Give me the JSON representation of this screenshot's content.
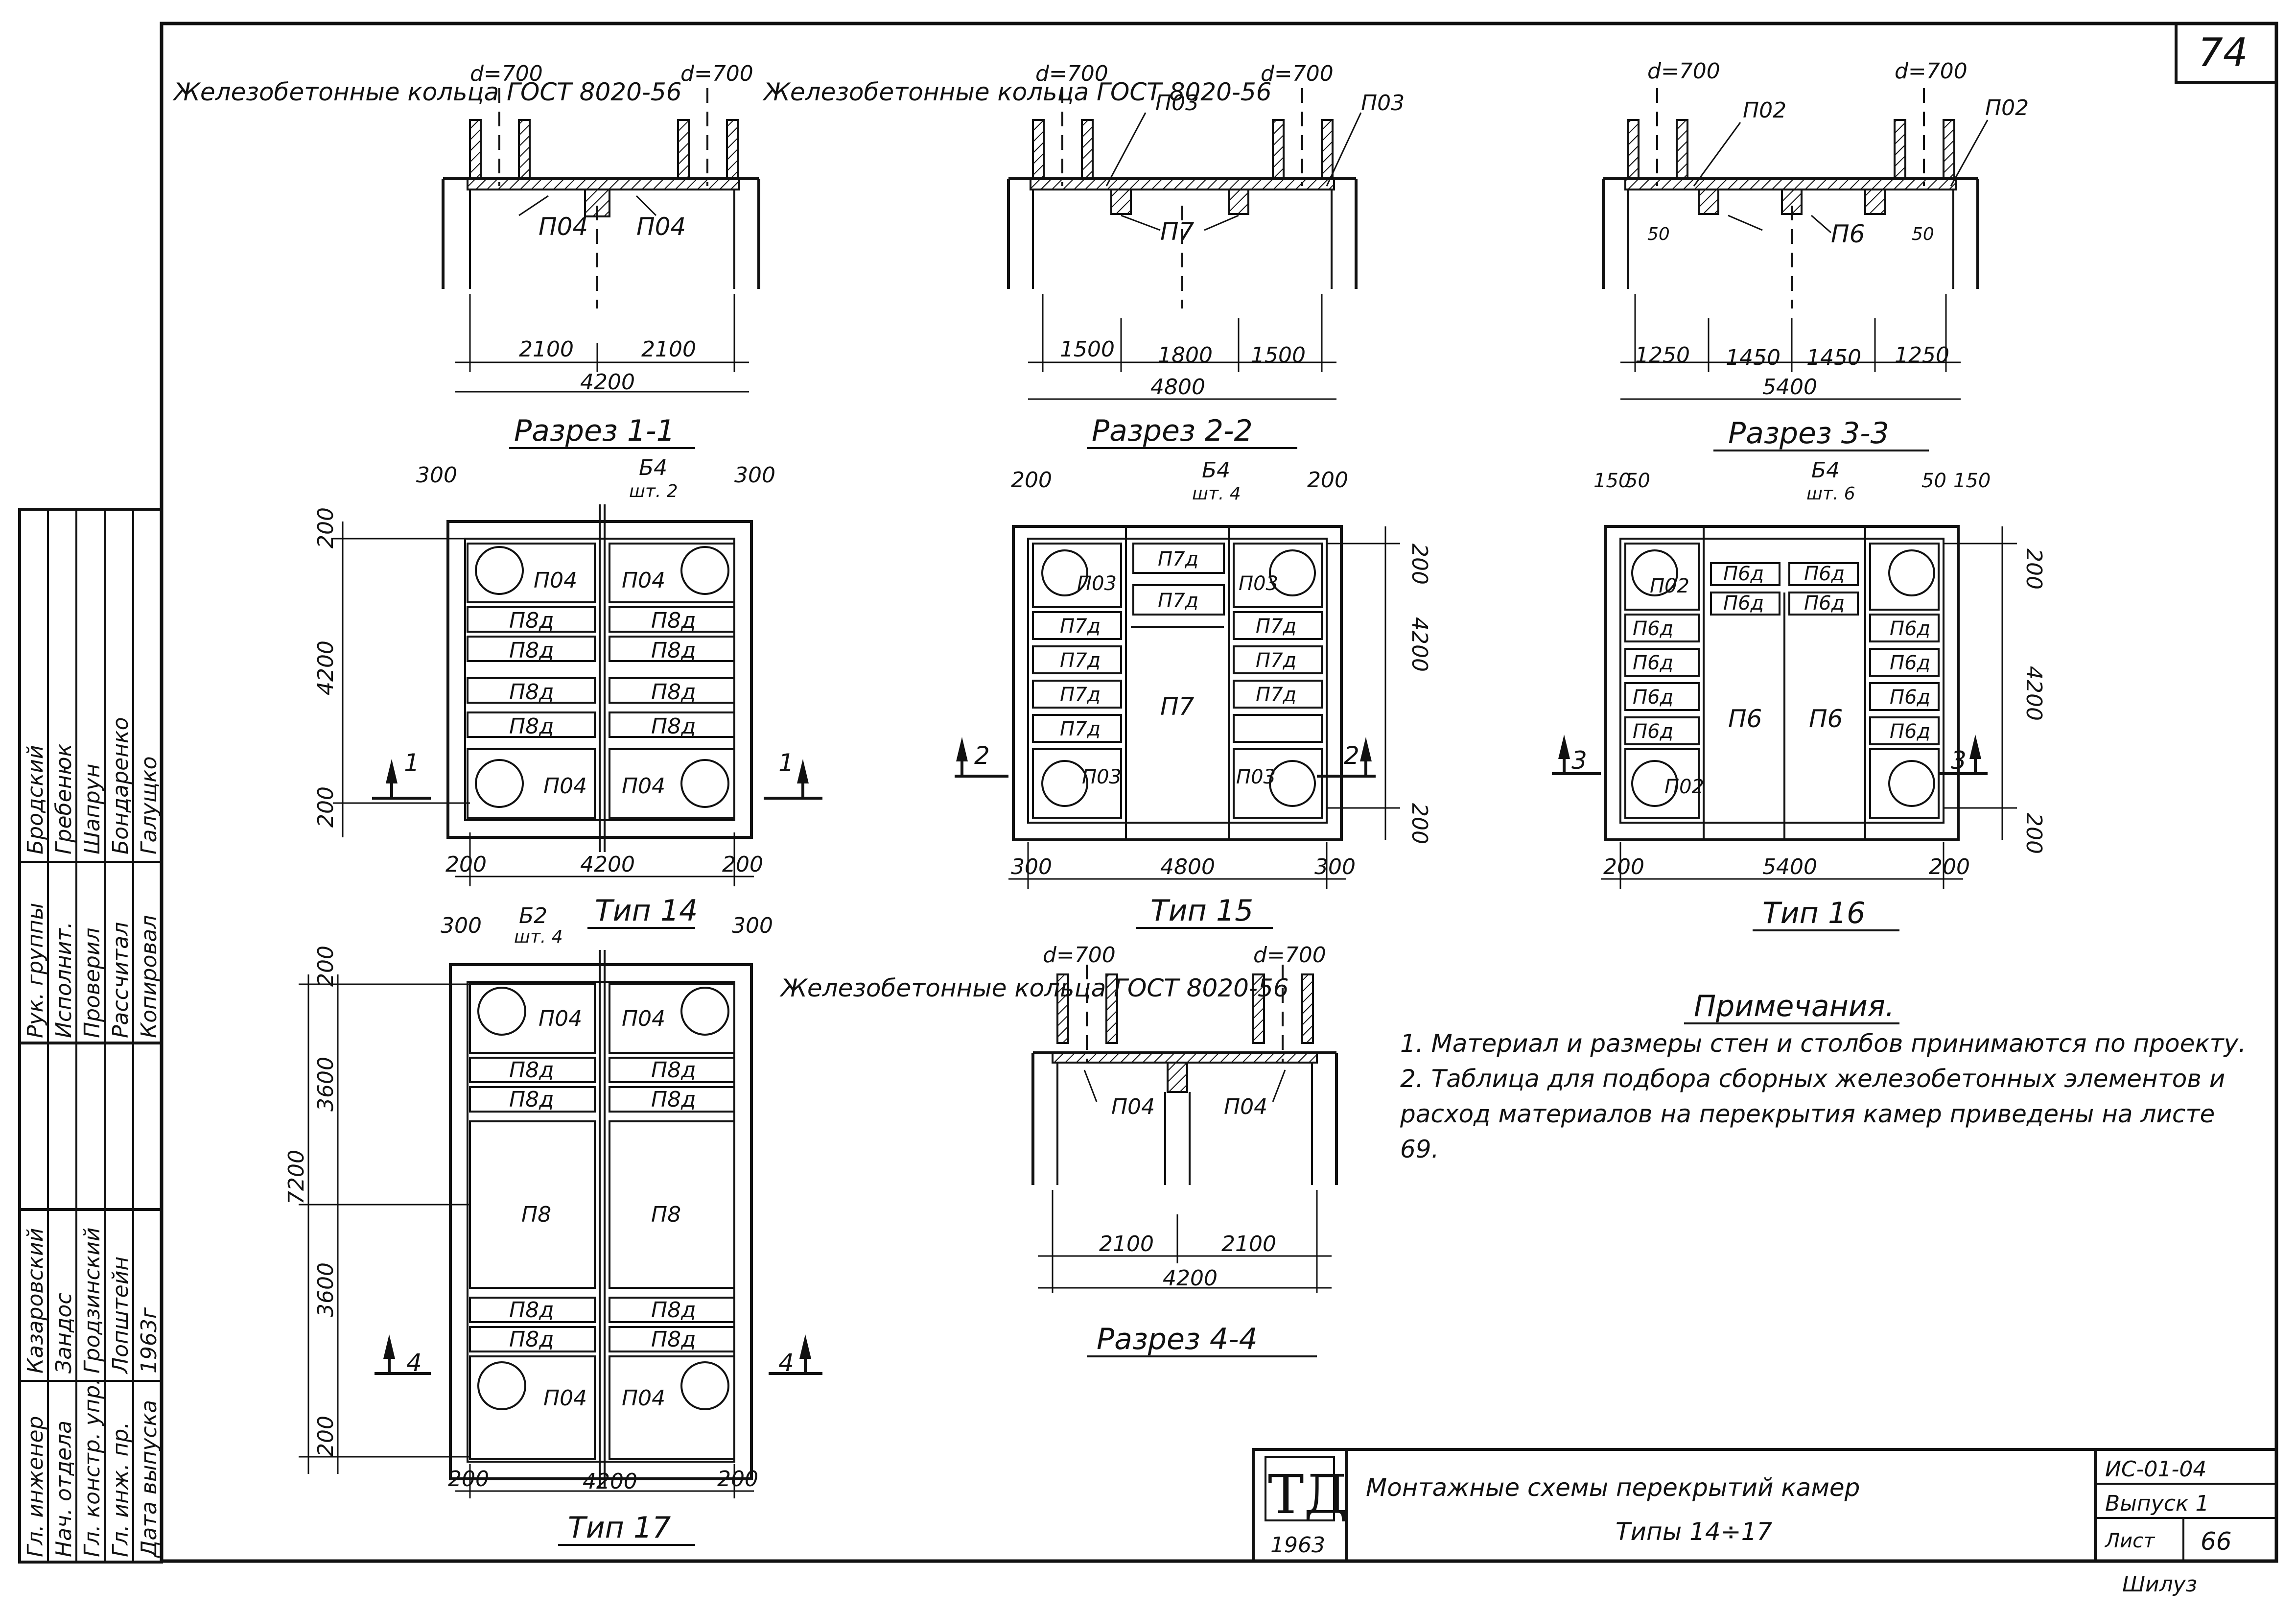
{
  "sheet_number": "74",
  "stamp": {
    "logo": "ТД",
    "year": "1963",
    "title_line1": "Монтажные схемы перекрытий камер",
    "title_line2": "Типы 14÷17",
    "series": "ИС-01-04",
    "issue": "Выпуск 1",
    "sheet_label": "Лист",
    "sheet_value": "66",
    "signature_bottom": "Шилуз"
  },
  "side_table": {
    "rows": [
      {
        "role": "Рук. группы",
        "name": "Бродский"
      },
      {
        "role": "Исполнит.",
        "name": "Гребенюк"
      },
      {
        "role": "Проверил",
        "name": "Шапрун"
      },
      {
        "role": "Рассчитал",
        "name": "Бондаренко"
      },
      {
        "role": "Копировал",
        "name": "Галущко"
      },
      {
        "role": "Гл. инженер",
        "name": "Казаровский"
      },
      {
        "role": "Нач. отдела",
        "name": "Зандос"
      },
      {
        "role": "Гл. констр. упр.",
        "name": "Гродзинский"
      },
      {
        "role": "Гл. инж. пр.",
        "name": "Лопштейн"
      },
      {
        "role": "Дата выпуска",
        "name": "1963г"
      }
    ]
  },
  "labels": {
    "rings": "Железобетонные кольца ГОСТ 8020-56",
    "d700": "d=700"
  },
  "section_1": {
    "title": "Разрез 1-1",
    "p": [
      "П04",
      "П04"
    ],
    "dims": [
      "2100",
      "2100",
      "4200"
    ]
  },
  "section_2": {
    "title": "Разрез 2-2",
    "p": [
      "П03",
      "П03",
      "П7"
    ],
    "dims": [
      "1500",
      "1800",
      "1500",
      "4800"
    ]
  },
  "section_3": {
    "title": "Разрез 3-3",
    "p": [
      "П02",
      "П02",
      "П6"
    ],
    "dims": [
      "1250",
      "1450",
      "1450",
      "1250",
      "5400",
      "50",
      "50"
    ]
  },
  "section_4": {
    "title": "Разрез 4-4",
    "p": [
      "П04",
      "П04"
    ],
    "dims": [
      "2100",
      "2100",
      "4200"
    ]
  },
  "type_14": {
    "title": "Тип 14",
    "beam": "Б4",
    "beam_qty": "шт. 2",
    "dims_top": [
      "300",
      "300"
    ],
    "dims_bottom": [
      "200",
      "4200",
      "200"
    ],
    "dims_left": [
      "200",
      "4200",
      "200"
    ],
    "panels": [
      "П04",
      "П04",
      "П8д",
      "П8д",
      "П8д",
      "П8д",
      "П8д",
      "П8д",
      "П8д",
      "П8д",
      "П04",
      "П04"
    ],
    "cut": [
      "1",
      "1"
    ]
  },
  "type_15": {
    "title": "Тип 15",
    "beam": "Б4",
    "beam_qty": "шт. 4",
    "dims_top": [
      "200",
      "200"
    ],
    "dims_bottom": [
      "300",
      "4800",
      "300"
    ],
    "dims_right": [
      "200",
      "4200",
      "200"
    ],
    "panels": [
      "П03",
      "П7д",
      "П03",
      "П7д",
      "П7д",
      "П7д",
      "П7д",
      "П7д",
      "П7д",
      "П7д",
      "П7д",
      "П7",
      "П03",
      "П03"
    ],
    "cut": [
      "2",
      "2"
    ]
  },
  "type_16": {
    "title": "Тип 16",
    "beam": "Б4",
    "beam_qty": "шт. 6",
    "dims_top": [
      "150",
      "50",
      "50",
      "150"
    ],
    "dims_bottom": [
      "200",
      "5400",
      "200"
    ],
    "dims_right": [
      "200",
      "4200",
      "200"
    ],
    "panels": [
      "П6д",
      "П6д",
      "П6д",
      "П6д",
      "П6д",
      "П6д",
      "П6д",
      "П6д",
      "П6д",
      "П6д",
      "П6д",
      "П6д",
      "П6",
      "П6",
      "П02",
      "П02"
    ],
    "cut": [
      "3",
      "3"
    ]
  },
  "type_17": {
    "title": "Тип 17",
    "beam": "Б2",
    "beam_qty": "шт. 4",
    "dims_top": [
      "300",
      "300"
    ],
    "dims_bottom": [
      "200",
      "4200",
      "200"
    ],
    "dims_left": [
      "200",
      "3600",
      "3600",
      "200",
      "7200"
    ],
    "panels": [
      "П04",
      "П04",
      "П8д",
      "П8д",
      "П8д",
      "П8д",
      "П8",
      "П8",
      "П8д",
      "П8д",
      "П8д",
      "П8д",
      "П04",
      "П04"
    ],
    "cut": [
      "4",
      "4"
    ]
  },
  "notes": {
    "title": "Примечания.",
    "items": [
      "1. Материал и размеры стен и столбов принимаются по проекту.",
      "2. Таблица для подбора сборных железобетонных элементов и расход материалов на перекрытия камер приведены на листе 69."
    ]
  }
}
